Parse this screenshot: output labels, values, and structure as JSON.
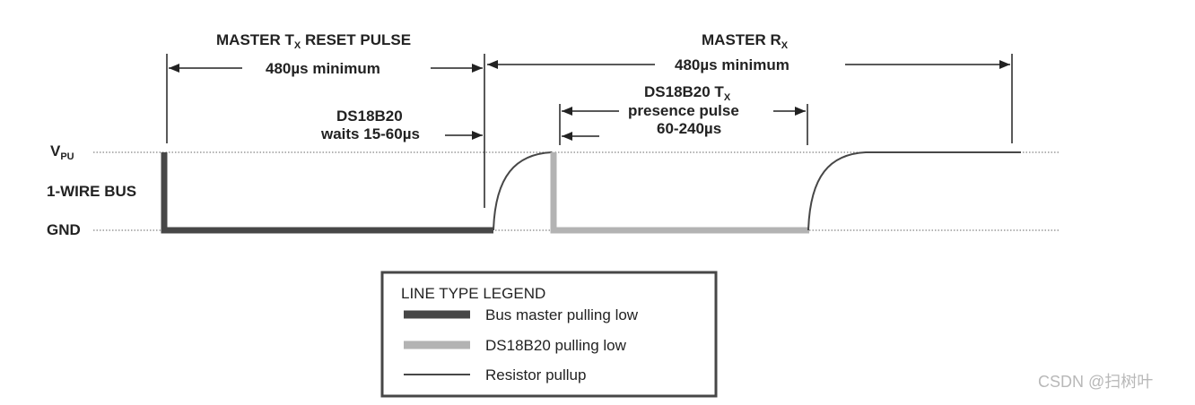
{
  "headers": {
    "master_tx_main": "MASTER T",
    "master_tx_sub": "X",
    "master_tx_tail": "RESET PULSE",
    "master_tx_duration": "480µs minimum",
    "master_rx_main": "MASTER R",
    "master_rx_sub": "X",
    "master_rx_duration": "480µs minimum"
  },
  "annotations": {
    "wait_line1": "DS18B20",
    "wait_line2": "waits 15-60µs",
    "presence_line1_main": "DS18B20 T",
    "presence_line1_sub": "X",
    "presence_line2": "presence pulse",
    "presence_line3": "60-240µs"
  },
  "axis_labels": {
    "vpu_main": "V",
    "vpu_sub": "PU",
    "bus": "1-WIRE BUS",
    "gnd": "GND"
  },
  "legend": {
    "title": "LINE TYPE LEGEND",
    "items": [
      {
        "label": "Bus master pulling low",
        "color": "#474747",
        "style": "thick"
      },
      {
        "label": "DS18B20 pulling low",
        "color": "#b3b3b3",
        "style": "thick"
      },
      {
        "label": "Resistor pullup",
        "color": "#474747",
        "style": "thin"
      }
    ]
  },
  "watermark": "CSDN @扫树叶",
  "colors": {
    "master": "#474747",
    "slave": "#b3b3b3",
    "pullup": "#474747",
    "text": "#222222"
  }
}
